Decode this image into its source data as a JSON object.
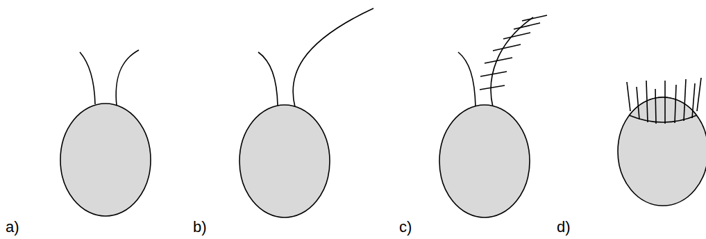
{
  "diagram": {
    "labels": [
      "a)",
      "b)",
      "c)",
      "d)"
    ]
  }
}
